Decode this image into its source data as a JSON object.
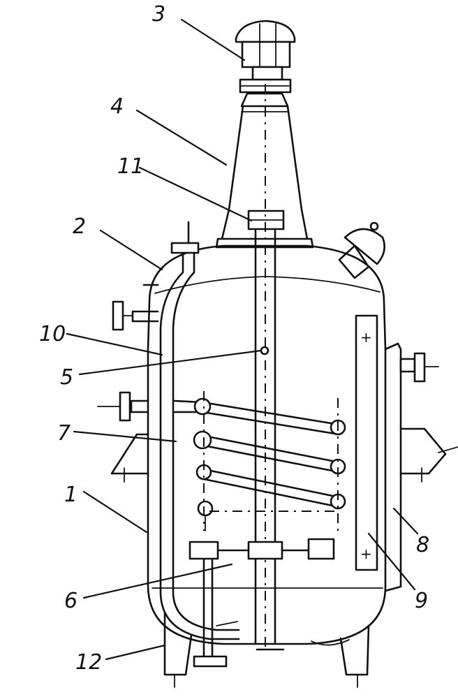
{
  "callouts": [
    {
      "id": "1",
      "label": "1"
    },
    {
      "id": "2",
      "label": "2"
    },
    {
      "id": "3",
      "label": "3"
    },
    {
      "id": "4",
      "label": "4"
    },
    {
      "id": "5",
      "label": "5"
    },
    {
      "id": "6",
      "label": "6"
    },
    {
      "id": "7",
      "label": "7"
    },
    {
      "id": "8",
      "label": "8"
    },
    {
      "id": "9",
      "label": "9"
    },
    {
      "id": "10",
      "label": "10"
    },
    {
      "id": "11",
      "label": "11"
    },
    {
      "id": "12",
      "label": "12"
    }
  ],
  "electrode_signs": {
    "top": "+",
    "bottom": "+"
  }
}
